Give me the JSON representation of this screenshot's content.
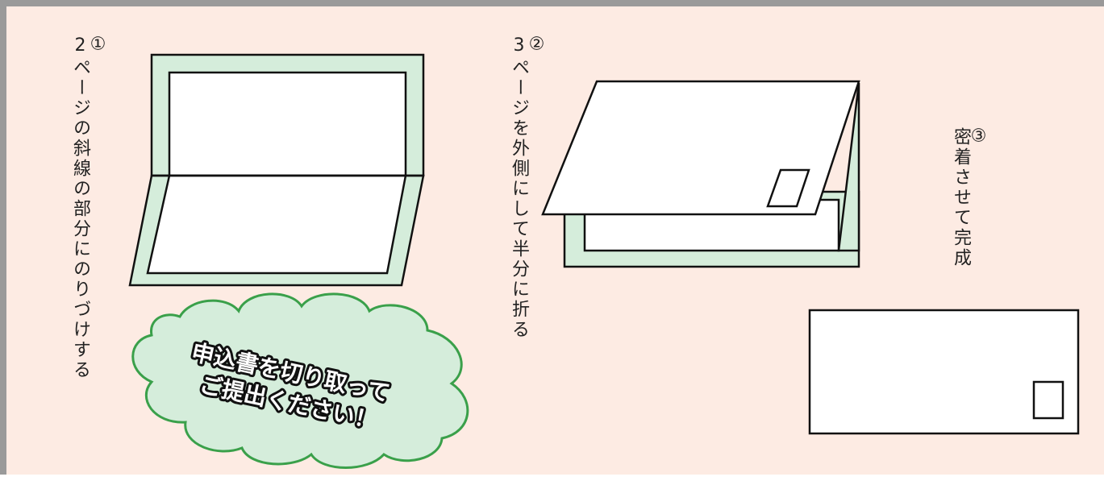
{
  "steps": [
    {
      "number": "①",
      "text": "2ページの斜線の部分にのりづけする"
    },
    {
      "number": "②",
      "text": "3ページを外側にして半分に折る"
    },
    {
      "number": "③",
      "text": "密着させて完成"
    }
  ],
  "callout": {
    "line1": "申込書を切り取って",
    "line2": "ご提出ください！"
  },
  "colors": {
    "background": "#fdebe3",
    "border": "#9a9a9a",
    "glue_area": "#d5eddb",
    "cloud_fill": "#d5eddb",
    "cloud_stroke": "#3aa04a",
    "paper": "#ffffff",
    "outline": "#111111"
  }
}
